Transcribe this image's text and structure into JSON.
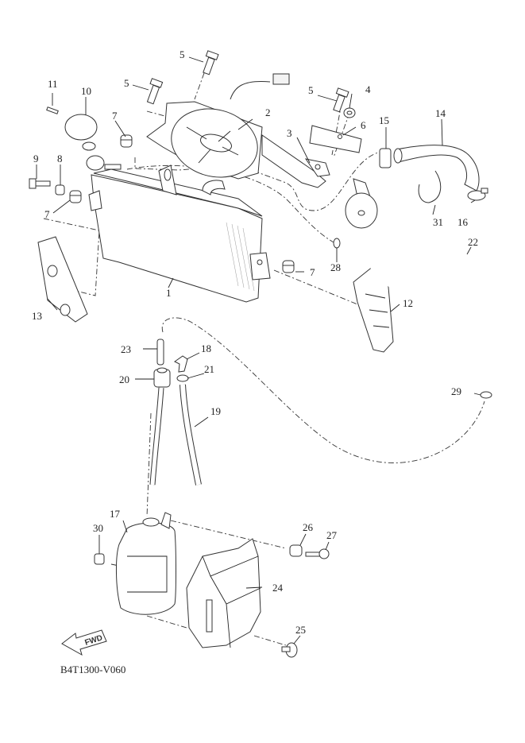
{
  "diagram": {
    "code": "B4T1300-V060",
    "direction_label": "FWD",
    "labels": {
      "p1": "1",
      "p2": "2",
      "p3": "3",
      "p4": "4",
      "p5a": "5",
      "p5b": "5",
      "p5c": "5",
      "p6": "6",
      "p7a": "7",
      "p7b": "7",
      "p7c": "7",
      "p8": "8",
      "p9": "9",
      "p10": "10",
      "p11": "11",
      "p12": "12",
      "p13": "13",
      "p14": "14",
      "p15": "15",
      "p16": "16",
      "p17": "17",
      "p18": "18",
      "p19": "19",
      "p20": "20",
      "p21": "21",
      "p22": "22",
      "p23": "23",
      "p24": "24",
      "p25": "25",
      "p26": "26",
      "p27": "27",
      "p28": "28",
      "p29": "29",
      "p30": "30",
      "p31": "31"
    }
  }
}
